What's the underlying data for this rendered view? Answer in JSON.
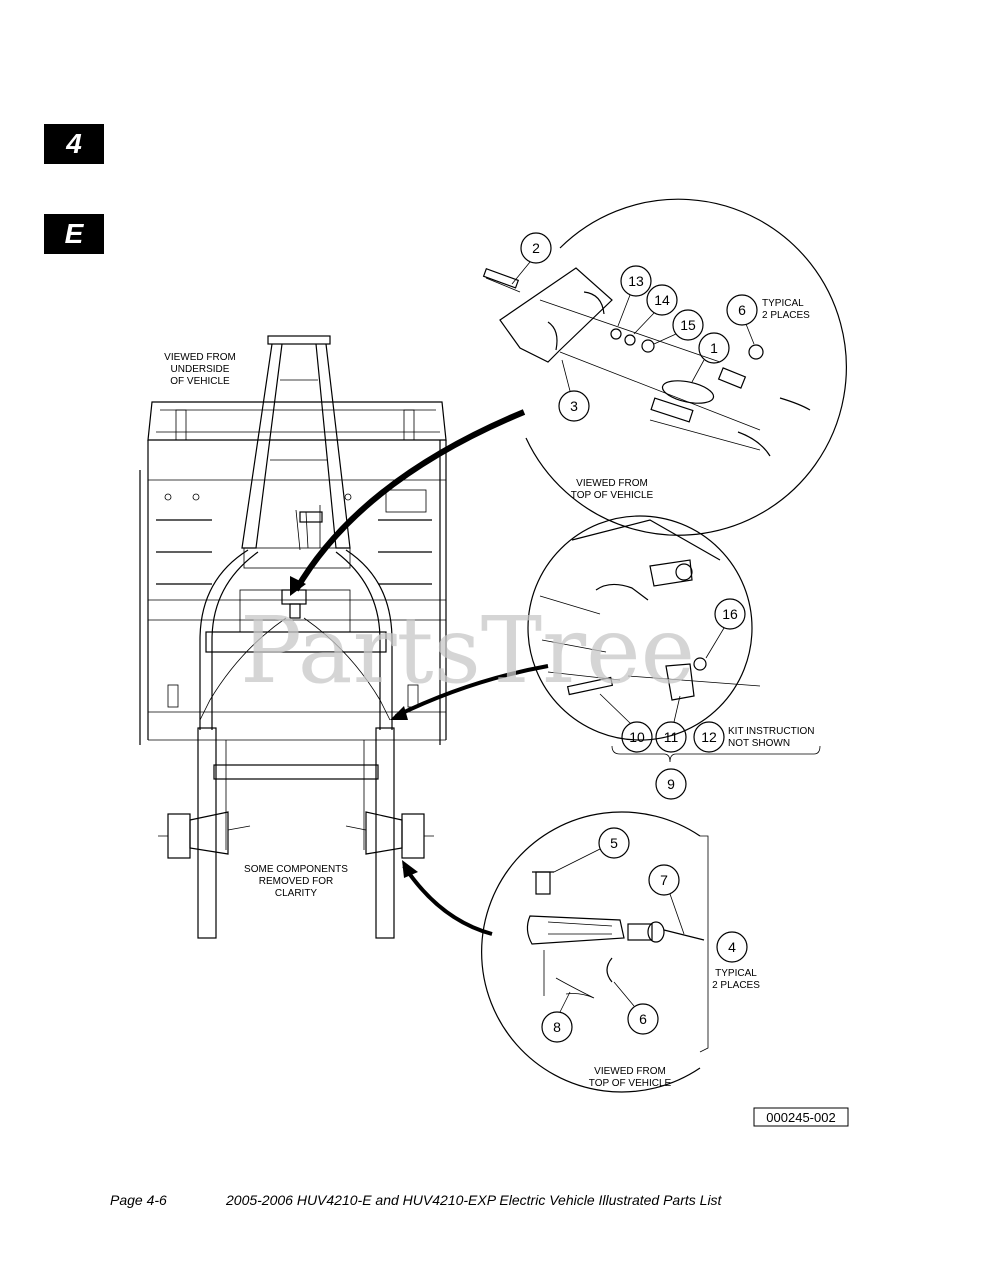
{
  "tabs": {
    "chapter": "4",
    "section": "E"
  },
  "watermark": "PartsTree",
  "views": {
    "underside": [
      "VIEWED FROM",
      "UNDERSIDE",
      "OF VEHICLE"
    ],
    "top_a": [
      "VIEWED FROM",
      "TOP OF VEHICLE"
    ],
    "top_b": [
      "VIEWED FROM",
      "TOP OF VEHICLE"
    ],
    "clarity": [
      "SOME COMPONENTS",
      "REMOVED FOR",
      "CLARITY"
    ]
  },
  "notes": {
    "typical_a": [
      "TYPICAL",
      "2 PLACES"
    ],
    "typical_b": [
      "TYPICAL",
      "2 PLACES"
    ],
    "kit": [
      "KIT INSTRUCTION",
      "NOT SHOWN"
    ]
  },
  "callouts": [
    "2",
    "13",
    "14",
    "15",
    "6",
    "1",
    "3",
    "16",
    "10",
    "11",
    "12",
    "9",
    "5",
    "7",
    "4",
    "6",
    "8"
  ],
  "figure_id": "000245-002",
  "footer": {
    "page": "Page 4-6",
    "title": "2005-2006 HUV4210-E and HUV4210-EXP Electric Vehicle Illustrated Parts List"
  }
}
